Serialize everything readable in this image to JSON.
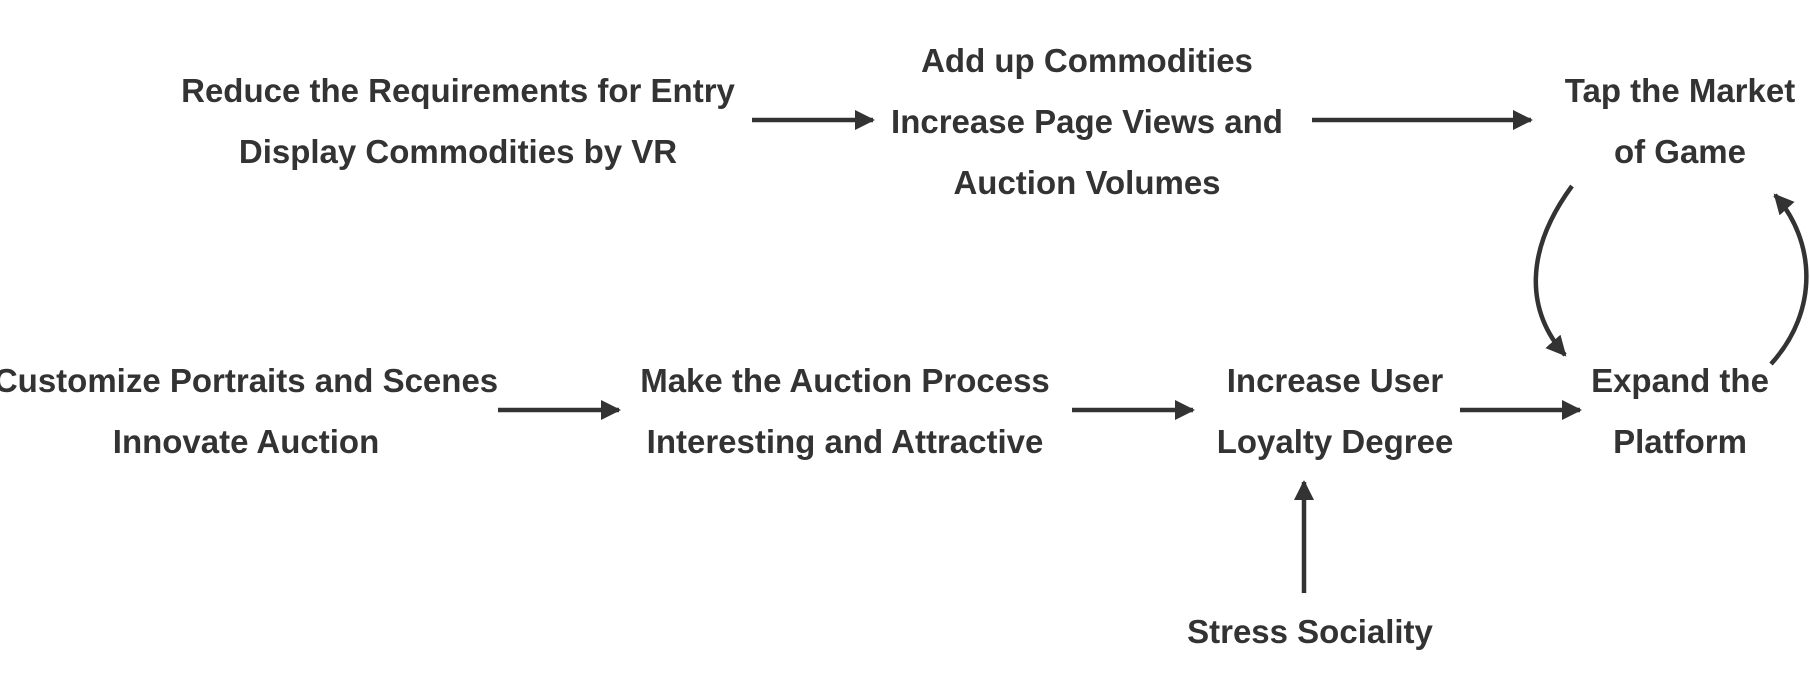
{
  "colors": {
    "text": "#333333",
    "arrow": "#333333",
    "background": "#ffffff"
  },
  "nodes": {
    "reduce_requirements": {
      "lines": [
        "Reduce the Requirements for Entry",
        "Display Commodities by VR"
      ]
    },
    "add_commodities": {
      "lines": [
        "Add up Commodities",
        "Increase Page Views and",
        "Auction Volumes"
      ]
    },
    "tap_market": {
      "lines": [
        "Tap the Market",
        "of Game"
      ]
    },
    "customize_portraits": {
      "lines": [
        "Customize Portraits and Scenes",
        "Innovate Auction"
      ]
    },
    "auction_process": {
      "lines": [
        "Make the Auction Process",
        "Interesting and Attractive"
      ]
    },
    "user_loyalty": {
      "lines": [
        "Increase User",
        "Loyalty Degree"
      ]
    },
    "expand_platform": {
      "lines": [
        "Expand the",
        "Platform"
      ]
    },
    "stress_sociality": {
      "lines": [
        "Stress Sociality"
      ]
    }
  },
  "edges": [
    {
      "from": "reduce_requirements",
      "to": "add_commodities"
    },
    {
      "from": "add_commodities",
      "to": "tap_market"
    },
    {
      "from": "tap_market",
      "to": "expand_platform"
    },
    {
      "from": "expand_platform",
      "to": "tap_market"
    },
    {
      "from": "customize_portraits",
      "to": "auction_process"
    },
    {
      "from": "auction_process",
      "to": "user_loyalty"
    },
    {
      "from": "user_loyalty",
      "to": "expand_platform"
    },
    {
      "from": "stress_sociality",
      "to": "user_loyalty"
    }
  ]
}
